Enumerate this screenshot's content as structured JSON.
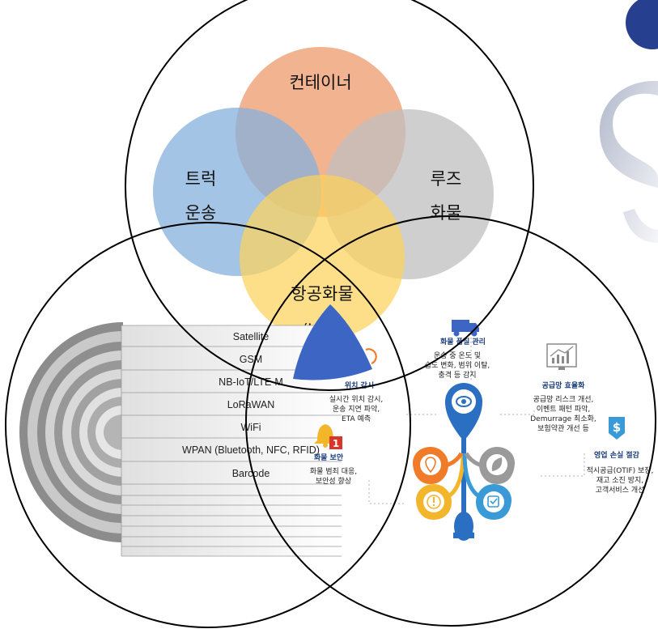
{
  "venn": {
    "container": "컨테이너",
    "truck": [
      "트럭",
      "운송"
    ],
    "loose": [
      "루즈",
      "화물"
    ],
    "air": "항공화물",
    "air_sub": "(ULD)"
  },
  "network_tiers": [
    "Satellite",
    "GSM",
    "NB-IoT/LTE-M",
    "LoRaWAN",
    "WiFi",
    "WPAN (Bluetooth, NFC, RFID)",
    "Barcode"
  ],
  "benefits": {
    "cargo_quality": {
      "title": "화물 품질 관리",
      "lines": [
        "운송 중 온도 및",
        "습도 변화, 범위 이탈,",
        "충격 등 감지"
      ]
    },
    "location": {
      "title": "위치 감시",
      "lines": [
        "실시간 위치 감시,",
        "운송 지연 파악,",
        "ETA 예측"
      ]
    },
    "supply_chain": {
      "title": "공급망 효율화",
      "lines": [
        "공급망 리스크 개선,",
        "이벤트 패턴 파악,",
        "Demurrage 최소화,",
        "보험약관 개선 등"
      ]
    },
    "security": {
      "title": "화물 보안",
      "lines": [
        "화물 범죄 대응,",
        "보안성 향상"
      ]
    },
    "loss": {
      "title": "영업 손실 절감",
      "lines": [
        "적시공급(OTIF) 보장,",
        "재고 소진 방지,",
        "고객서비스 개선"
      ]
    }
  },
  "alert_badge": "1",
  "colors": {
    "container": "#f0a67c",
    "truck": "#86b0dc",
    "loose": "#bfbfbf",
    "air": "#fcd25c",
    "center": "#3d66c4",
    "tree_blue": "#2a6fc2",
    "tree_orange": "#f07c2a",
    "tree_gray": "#9a9a9a",
    "tree_yellow": "#f3b52a",
    "tree_lightblue": "#3a9ad8"
  }
}
